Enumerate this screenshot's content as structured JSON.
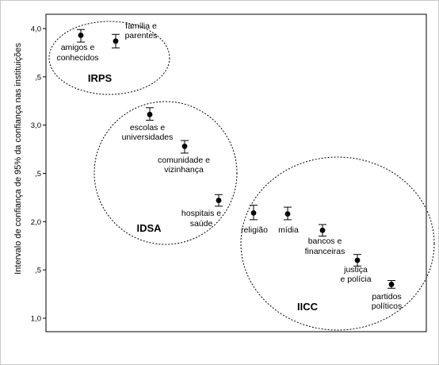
{
  "chart_data": {
    "type": "scatter",
    "ylabel": "Intervalo de confiança de 95% da confiança nas instituições",
    "xlabel": "",
    "ylim": [
      0.9,
      4.15
    ],
    "yticks": [
      1.0,
      1.5,
      2.0,
      2.5,
      3.0,
      3.5,
      4.0
    ],
    "ytick_labels": [
      "1,0",
      ",5",
      "2,0",
      ",5",
      "3,0",
      ",5",
      "4,0"
    ],
    "grid": false,
    "points": [
      {
        "label": "amigos e conhecidos",
        "mean": 3.93,
        "low": 3.86,
        "high": 3.99
      },
      {
        "label": "família e parentes",
        "mean": 3.87,
        "low": 3.8,
        "high": 3.94
      },
      {
        "label": "escolas e universidades",
        "mean": 3.11,
        "low": 3.05,
        "high": 3.18
      },
      {
        "label": "comunidade e vizinhança",
        "mean": 2.78,
        "low": 2.71,
        "high": 2.84
      },
      {
        "label": "hospitais e saúde",
        "mean": 2.22,
        "low": 2.16,
        "high": 2.28
      },
      {
        "label": "religião",
        "mean": 2.09,
        "low": 2.02,
        "high": 2.17
      },
      {
        "label": "mídia",
        "mean": 2.08,
        "low": 2.02,
        "high": 2.15
      },
      {
        "label": "bancos e financeiras",
        "mean": 1.91,
        "low": 1.85,
        "high": 1.97
      },
      {
        "label": "justiça e polícia",
        "mean": 1.6,
        "low": 1.54,
        "high": 1.66
      },
      {
        "label": "partidos políticos",
        "mean": 1.35,
        "low": 1.31,
        "high": 1.39
      }
    ],
    "groups": [
      {
        "label": "IRPS",
        "members": [
          "amigos e conhecidos",
          "família e parentes"
        ]
      },
      {
        "label": "IDSA",
        "members": [
          "escolas e universidades",
          "comunidade e vizinhança",
          "hospitais e saúde"
        ]
      },
      {
        "label": "IICC",
        "members": [
          "religião",
          "mídia",
          "bancos e financeiras",
          "justiça e polícia",
          "partidos políticos"
        ]
      }
    ]
  }
}
